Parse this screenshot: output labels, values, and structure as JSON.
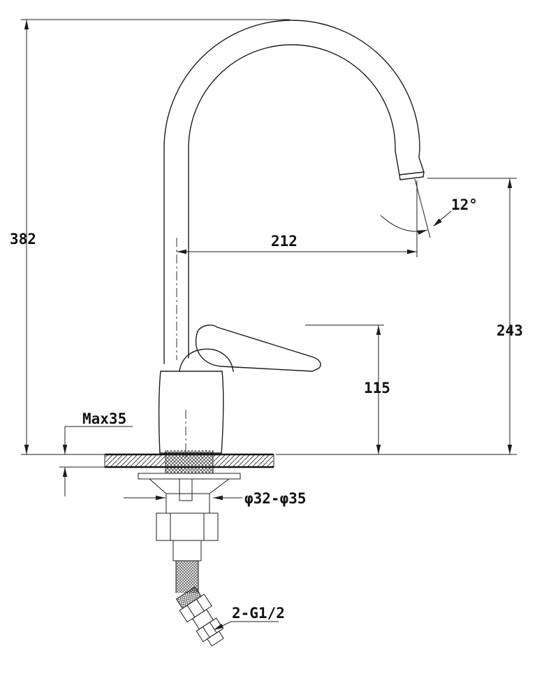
{
  "drawing": {
    "type": "technical-drawing",
    "subject": "kitchen faucet installation dimension drawing",
    "background": "#ffffff",
    "line_color": "#1c1c1c",
    "labels": {
      "overall_height": "382",
      "spout_reach": "212",
      "spout_angle": "12°",
      "outlet_height": "243",
      "body_height": "115",
      "max_thickness": "Max35",
      "hole_diameter": "φ32-φ35",
      "connector_thread": "2-G1/2"
    }
  }
}
